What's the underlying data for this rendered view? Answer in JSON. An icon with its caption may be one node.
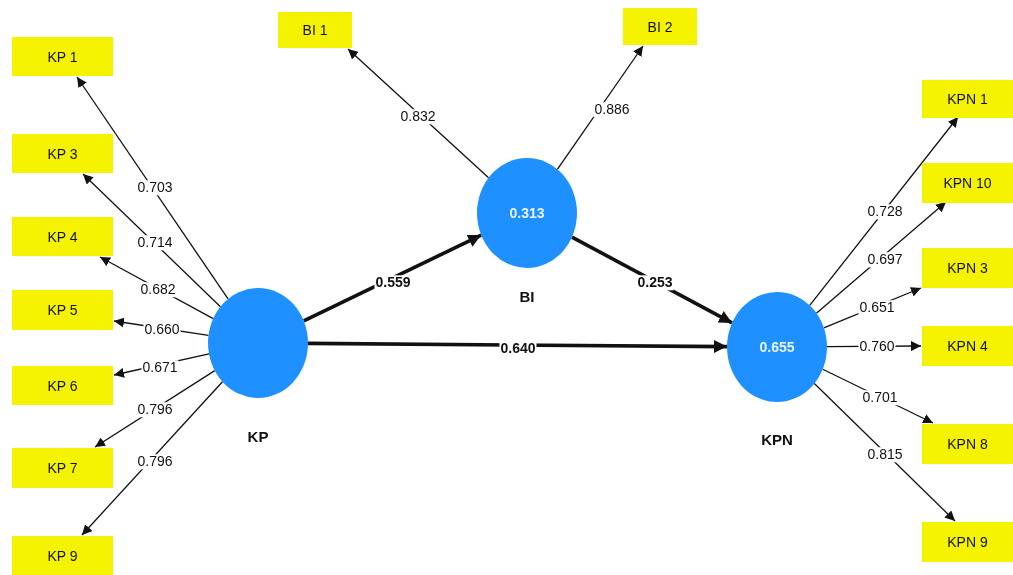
{
  "diagram": {
    "nodes": [
      {
        "text": [
          "BI 1"
        ]
      },
      {
        "text": [
          "BI 2"
        ]
      },
      {
        "text": [
          "KP 1"
        ]
      },
      {
        "text": [
          "KP 3"
        ]
      },
      {
        "text": [
          "KP 4"
        ]
      },
      {
        "text": [
          "KP 5"
        ]
      },
      {
        "text": [
          "KP 6"
        ]
      },
      {
        "text": [
          "KP 7"
        ]
      },
      {
        "text": [
          "KP 9"
        ]
      },
      {
        "text": [
          "0.313"
        ],
        "beside": [
          "BI"
        ]
      },
      {
        "text": [],
        "shape": "circle",
        "beside": [
          "KP"
        ]
      },
      {
        "text": [
          "0.655"
        ],
        "beside": [
          "KPN"
        ]
      },
      {
        "text": [
          "KPN 1"
        ]
      },
      {
        "text": [
          "KPN 10"
        ]
      },
      {
        "text": [
          "KPN 3"
        ]
      },
      {
        "text": [
          "KPN 4"
        ]
      },
      {
        "text": [
          "KPN 8"
        ]
      },
      {
        "text": [
          "KPN 9"
        ]
      }
    ],
    "edges": [
      {
        "from": 10,
        "to": 2,
        "arrow": "to",
        "label": "0.703"
      },
      {
        "from": 10,
        "to": 3,
        "arrow": "to",
        "label": "0.714"
      },
      {
        "from": 10,
        "to": 4,
        "arrow": "to",
        "label": "0.682"
      },
      {
        "from": 10,
        "to": 5,
        "arrow": "to",
        "label": "0.660"
      },
      {
        "from": 10,
        "to": 6,
        "arrow": "to",
        "label": "0.671"
      },
      {
        "from": 10,
        "to": 7,
        "arrow": "to",
        "label": "0.796"
      },
      {
        "from": 10,
        "to": 8,
        "arrow": "to",
        "label": "0.796"
      },
      {
        "from": 9,
        "to": 0,
        "arrow": "to",
        "label": "0.832"
      },
      {
        "from": 9,
        "to": 1,
        "arrow": "to",
        "label": "0.886"
      },
      {
        "from": 10,
        "to": 9,
        "arrow": "to",
        "label": "0.559",
        "style": "thick"
      },
      {
        "from": 9,
        "to": 11,
        "arrow": "to",
        "label": "0.253",
        "style": "thick"
      },
      {
        "from": 10,
        "to": 11,
        "arrow": "to",
        "label": "0.640",
        "style": "thick"
      },
      {
        "from": 11,
        "to": 12,
        "arrow": "to",
        "label": "0.728"
      },
      {
        "from": 11,
        "to": 13,
        "arrow": "to",
        "label": "0.697"
      },
      {
        "from": 11,
        "to": 14,
        "arrow": "to",
        "label": "0.651"
      },
      {
        "from": 11,
        "to": 15,
        "arrow": "to",
        "label": "0.760"
      },
      {
        "from": 11,
        "to": 16,
        "arrow": "to",
        "label": "0.701"
      },
      {
        "from": 11,
        "to": 17,
        "arrow": "to",
        "label": "0.815"
      }
    ]
  }
}
